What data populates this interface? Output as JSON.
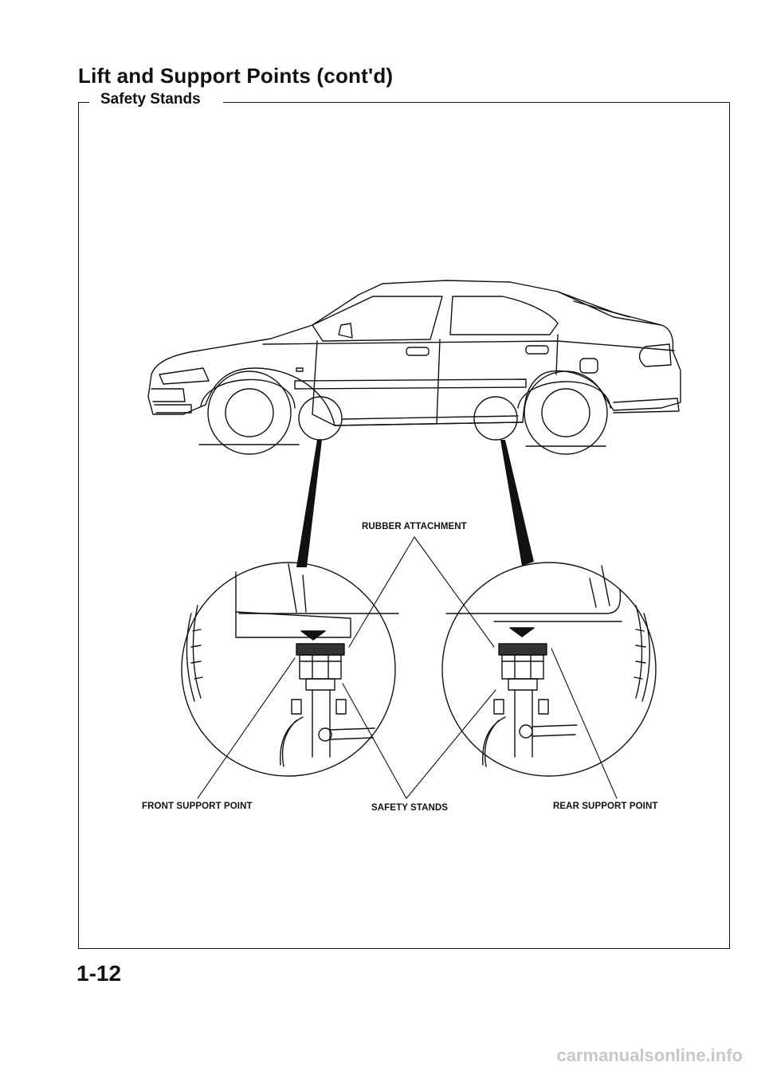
{
  "page": {
    "title": "Lift and Support Points (cont'd)",
    "section": "Safety Stands",
    "page_number": "1-12",
    "watermark": "carmanualsonline.info"
  },
  "figure": {
    "labels": {
      "rubber_attachment": "RUBBER ATTACHMENT",
      "front_support_point": "FRONT SUPPORT POINT",
      "safety_stands": "SAFETY STANDS",
      "rear_support_point": "REAR SUPPORT POINT"
    }
  }
}
